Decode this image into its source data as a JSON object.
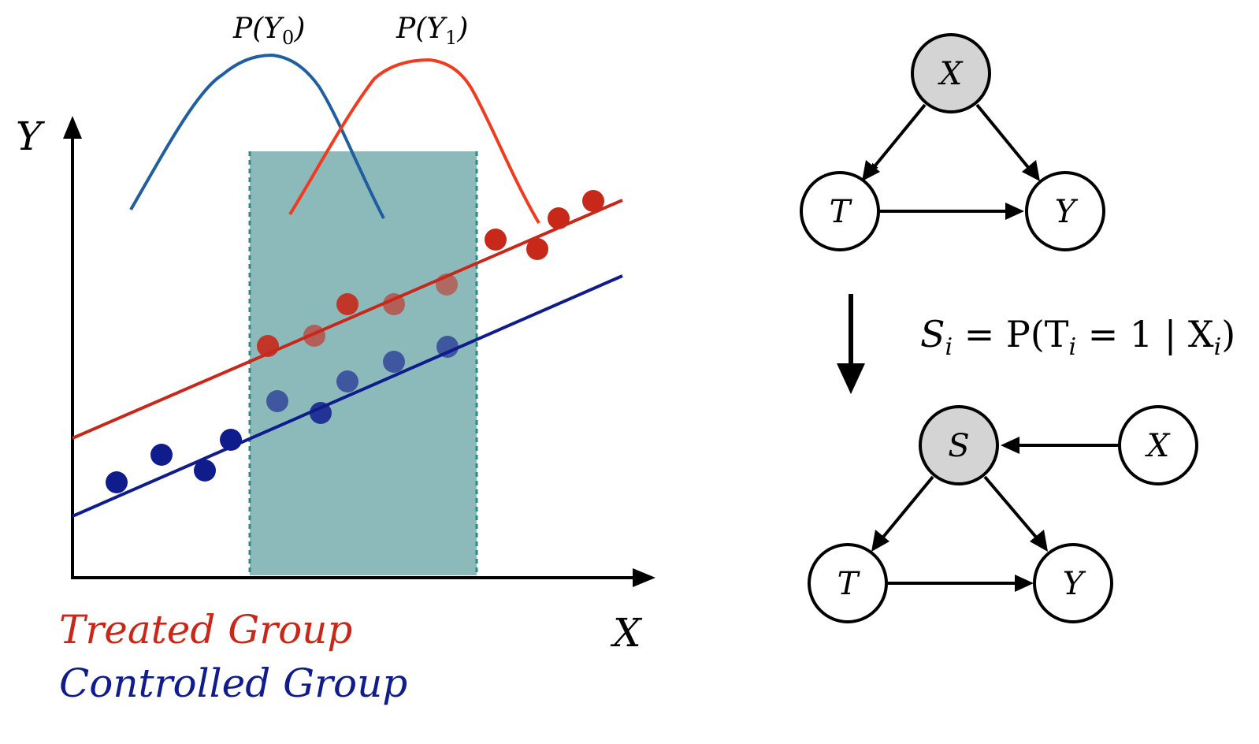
{
  "plot": {
    "y_axis_label": "Y",
    "x_axis_label": "X",
    "dist_y0": {
      "label_prefix": "P(Y",
      "label_sub": "0",
      "label_suffix": ")"
    },
    "dist_y1": {
      "label_prefix": "P(Y",
      "label_sub": "1",
      "label_suffix": ")"
    }
  },
  "legend": {
    "treated": "Treated Group",
    "controlled": "Controlled Group"
  },
  "colors": {
    "treated": "#c8281a",
    "controlled": "#0f1c8c",
    "dist_y0": "#1f5fa0",
    "dist_y1": "#f03b1e",
    "overlap_region": "#5f9ea0",
    "node_fill_observed": "#d4d4d4",
    "node_fill": "#ffffff"
  },
  "diagram_top": {
    "node_x": "X",
    "node_t": "T",
    "node_y": "Y"
  },
  "formula": {
    "s": "S",
    "s_sub": "i",
    "eq": " = P(T",
    "t_sub": "i",
    "mid": " = 1 | X",
    "x_sub": "i",
    "close": ")"
  },
  "diagram_bottom": {
    "node_s": "S",
    "node_x": "X",
    "node_t": "T",
    "node_y": "Y"
  }
}
